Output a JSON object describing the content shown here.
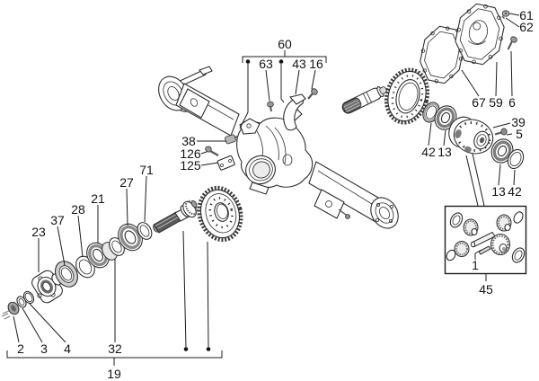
{
  "colors": {
    "line": "#1c1c1c",
    "background": "#ffffff",
    "shade_dark": "#5a5a5a",
    "shade_mid": "#8f8f8f",
    "shade_light": "#d6d6d6"
  },
  "callouts": {
    "n60": "60",
    "n63": "63",
    "n43": "43",
    "n16": "16",
    "n61": "61",
    "n62": "62",
    "n67": "67",
    "n59": "59",
    "n6": "6",
    "n39": "39",
    "n5": "5",
    "n42L": "42",
    "n13L": "13",
    "n13R": "13",
    "n42R": "42",
    "n38": "38",
    "n126": "126",
    "n125": "125",
    "n71": "71",
    "n27": "27",
    "n21": "21",
    "n28": "28",
    "n37": "37",
    "n23": "23",
    "n2": "2",
    "n3": "3",
    "n4": "4",
    "n32": "32",
    "n19": "19",
    "n1": "1",
    "n45": "45"
  },
  "groups": {
    "top_bracket_label": "60",
    "bottom_bracket_label": "19",
    "kit_box_label": "45",
    "kit_box_inner_label": "1"
  }
}
